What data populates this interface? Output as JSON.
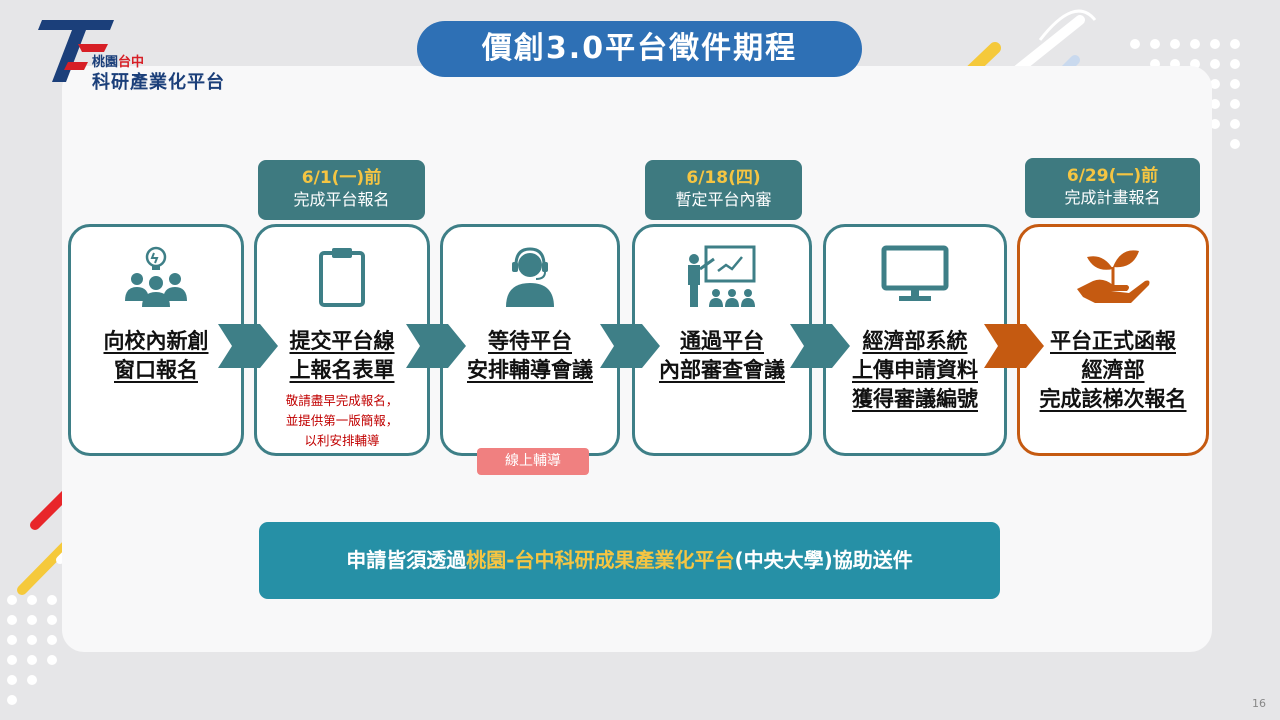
{
  "logo": {
    "mark": "T",
    "line1_a": "桃園",
    "line1_b": "台中",
    "line2": "科研產業化平台"
  },
  "title": "價創3.0平台徵件期程",
  "badges": [
    {
      "date": "6/1(一)前",
      "sub": "完成平台報名"
    },
    {
      "date": "6/18(四)",
      "sub": "暫定平台內審"
    },
    {
      "date": "6/29(一)前",
      "sub": "完成計畫報名"
    }
  ],
  "steps": [
    {
      "icon": "lightbulb-team-icon",
      "lines": [
        "向校內新創",
        "窗口報名"
      ]
    },
    {
      "icon": "clipboard-icon",
      "lines": [
        "提交平台線",
        "上報名表單"
      ],
      "note": [
        "敬請盡早完成報名，",
        "並提供第一版簡報，",
        "以利安排輔導"
      ]
    },
    {
      "icon": "headset-user-icon",
      "lines": [
        "等待平台",
        "安排輔導會議"
      ],
      "tag": "線上輔導"
    },
    {
      "icon": "presentation-icon",
      "lines": [
        "通過平台",
        "內部審查會議"
      ]
    },
    {
      "icon": "monitor-icon",
      "lines": [
        "經濟部系統",
        "上傳申請資料",
        "獲得審議編號"
      ]
    },
    {
      "icon": "plant-hand-icon",
      "lines": [
        "平台正式函報",
        "經濟部",
        "完成該梯次報名"
      ]
    }
  ],
  "bottom": {
    "pre": "申請皆須透過",
    "highlight": "桃園-台中科研成果產業化平台",
    "post": "(中央大學)協助送件"
  },
  "page_number": "16",
  "colors": {
    "teal": "#3e7f87",
    "badge": "#3e7a80",
    "final": "#c55a11",
    "title": "#2e70b5",
    "bar": "#2690a6",
    "highlight": "#f5c542",
    "note": "#c00000"
  }
}
